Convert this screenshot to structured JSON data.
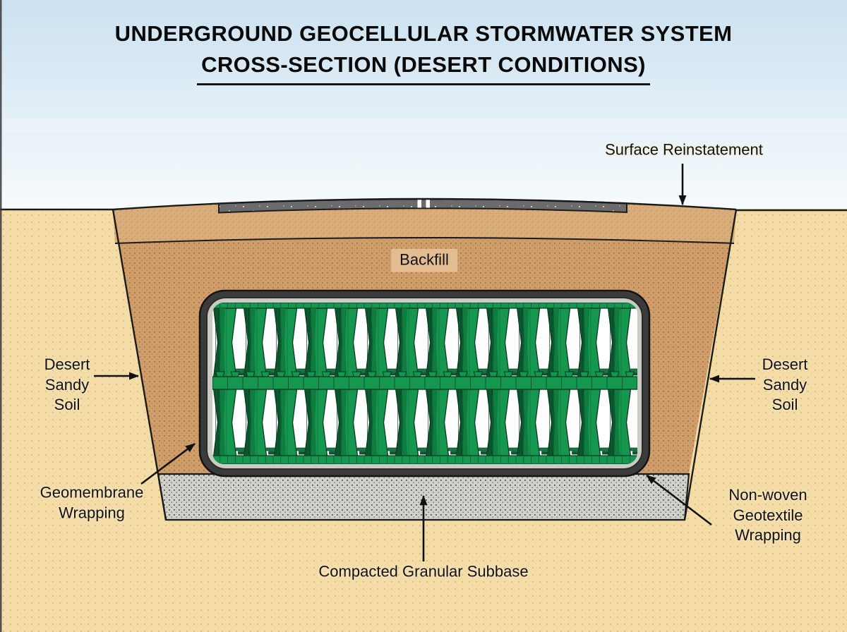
{
  "title": {
    "line1": "UNDERGROUND GEOCELLULAR STORMWATER SYSTEM",
    "line2": "CROSS-SECTION (DESERT CONDITIONS)"
  },
  "labels": {
    "surface_reinstatement": "Surface Reinstatement",
    "backfill": "Backfill",
    "desert_sandy_soil_left": "Desert\nSandy\nSoil",
    "desert_sandy_soil_right": "Desert\nSandy\nSoil",
    "geomembrane_wrapping": "Geomembrane\nWrapping",
    "geotextile_wrapping": "Non-woven\nGeotextile\nWrapping",
    "compacted_granular_subbase": "Compacted Granular Subbase"
  },
  "crate": {
    "columns": 14,
    "rows": 2
  },
  "colors": {
    "sky_top": "#cbe1f0",
    "sky_bottom": "#f7fbfd",
    "desert_sand": "#f4dca6",
    "backfill": "#cf9e6b",
    "upper_fill": "#d9ad7a",
    "asphalt": "#6b6b6b",
    "road_marking": "#ffffff",
    "subbase": "#d1d1cb",
    "geomembrane_dark": "#3b3b3b",
    "geotextile_light": "#cbcbc5",
    "crate_green": "#169750",
    "crate_green_mid": "#0f7c40",
    "crate_green_dark": "#0a5c30",
    "crate_outline": "#093a20",
    "crate_interior": "#ffffff",
    "outline": "#1b1b1b",
    "text": "#111111"
  }
}
